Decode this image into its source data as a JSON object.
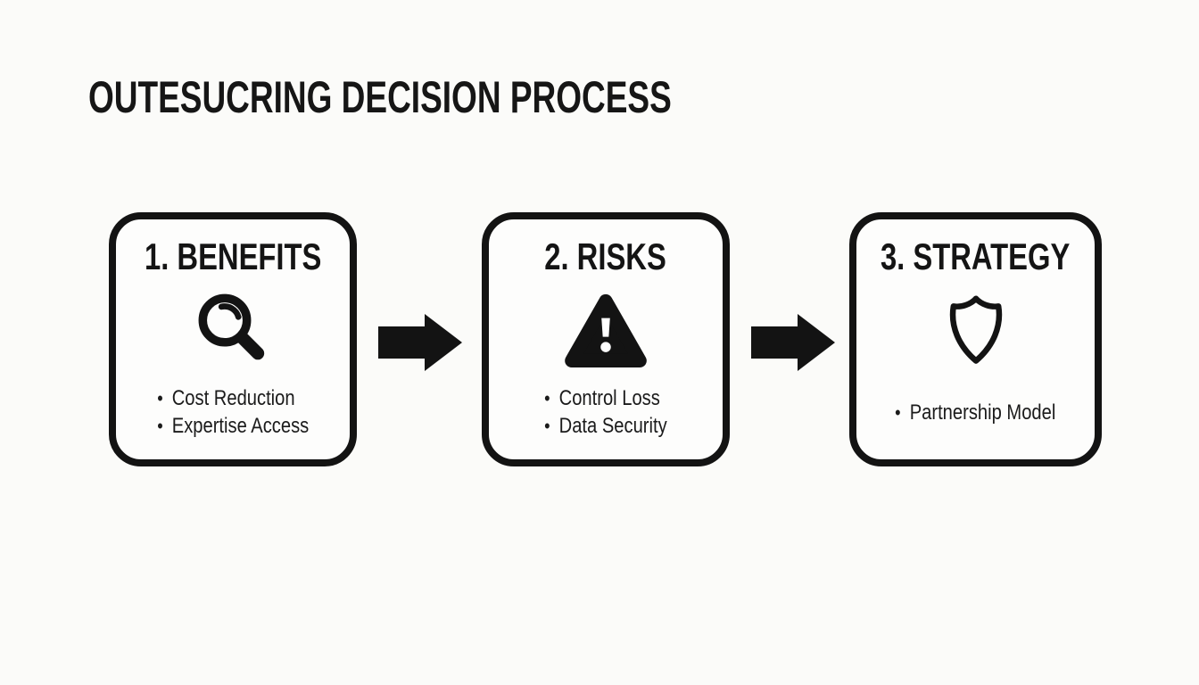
{
  "page": {
    "title": "OUTESUCRING DECISION PROCESS"
  },
  "glyphs": {
    "bullet": "•"
  },
  "colors": {
    "ink": "#131313",
    "background": "#fbfbf9",
    "card_background": "#fdfdfc",
    "icon_accent_white": "#ffffff"
  },
  "steps": [
    {
      "title": "1. BENEFITS",
      "icon": "magnifier-icon",
      "items": [
        "Cost Reduction",
        "Expertise Access"
      ]
    },
    {
      "title": "2. RISKS",
      "icon": "warning-triangle-icon",
      "items": [
        "Control Loss",
        "Data Security"
      ]
    },
    {
      "title": "3. STRATEGY",
      "icon": "shield-icon",
      "items": [
        "Partnership Model"
      ]
    }
  ],
  "connectors": {
    "type": "arrow-right",
    "count": 2
  }
}
